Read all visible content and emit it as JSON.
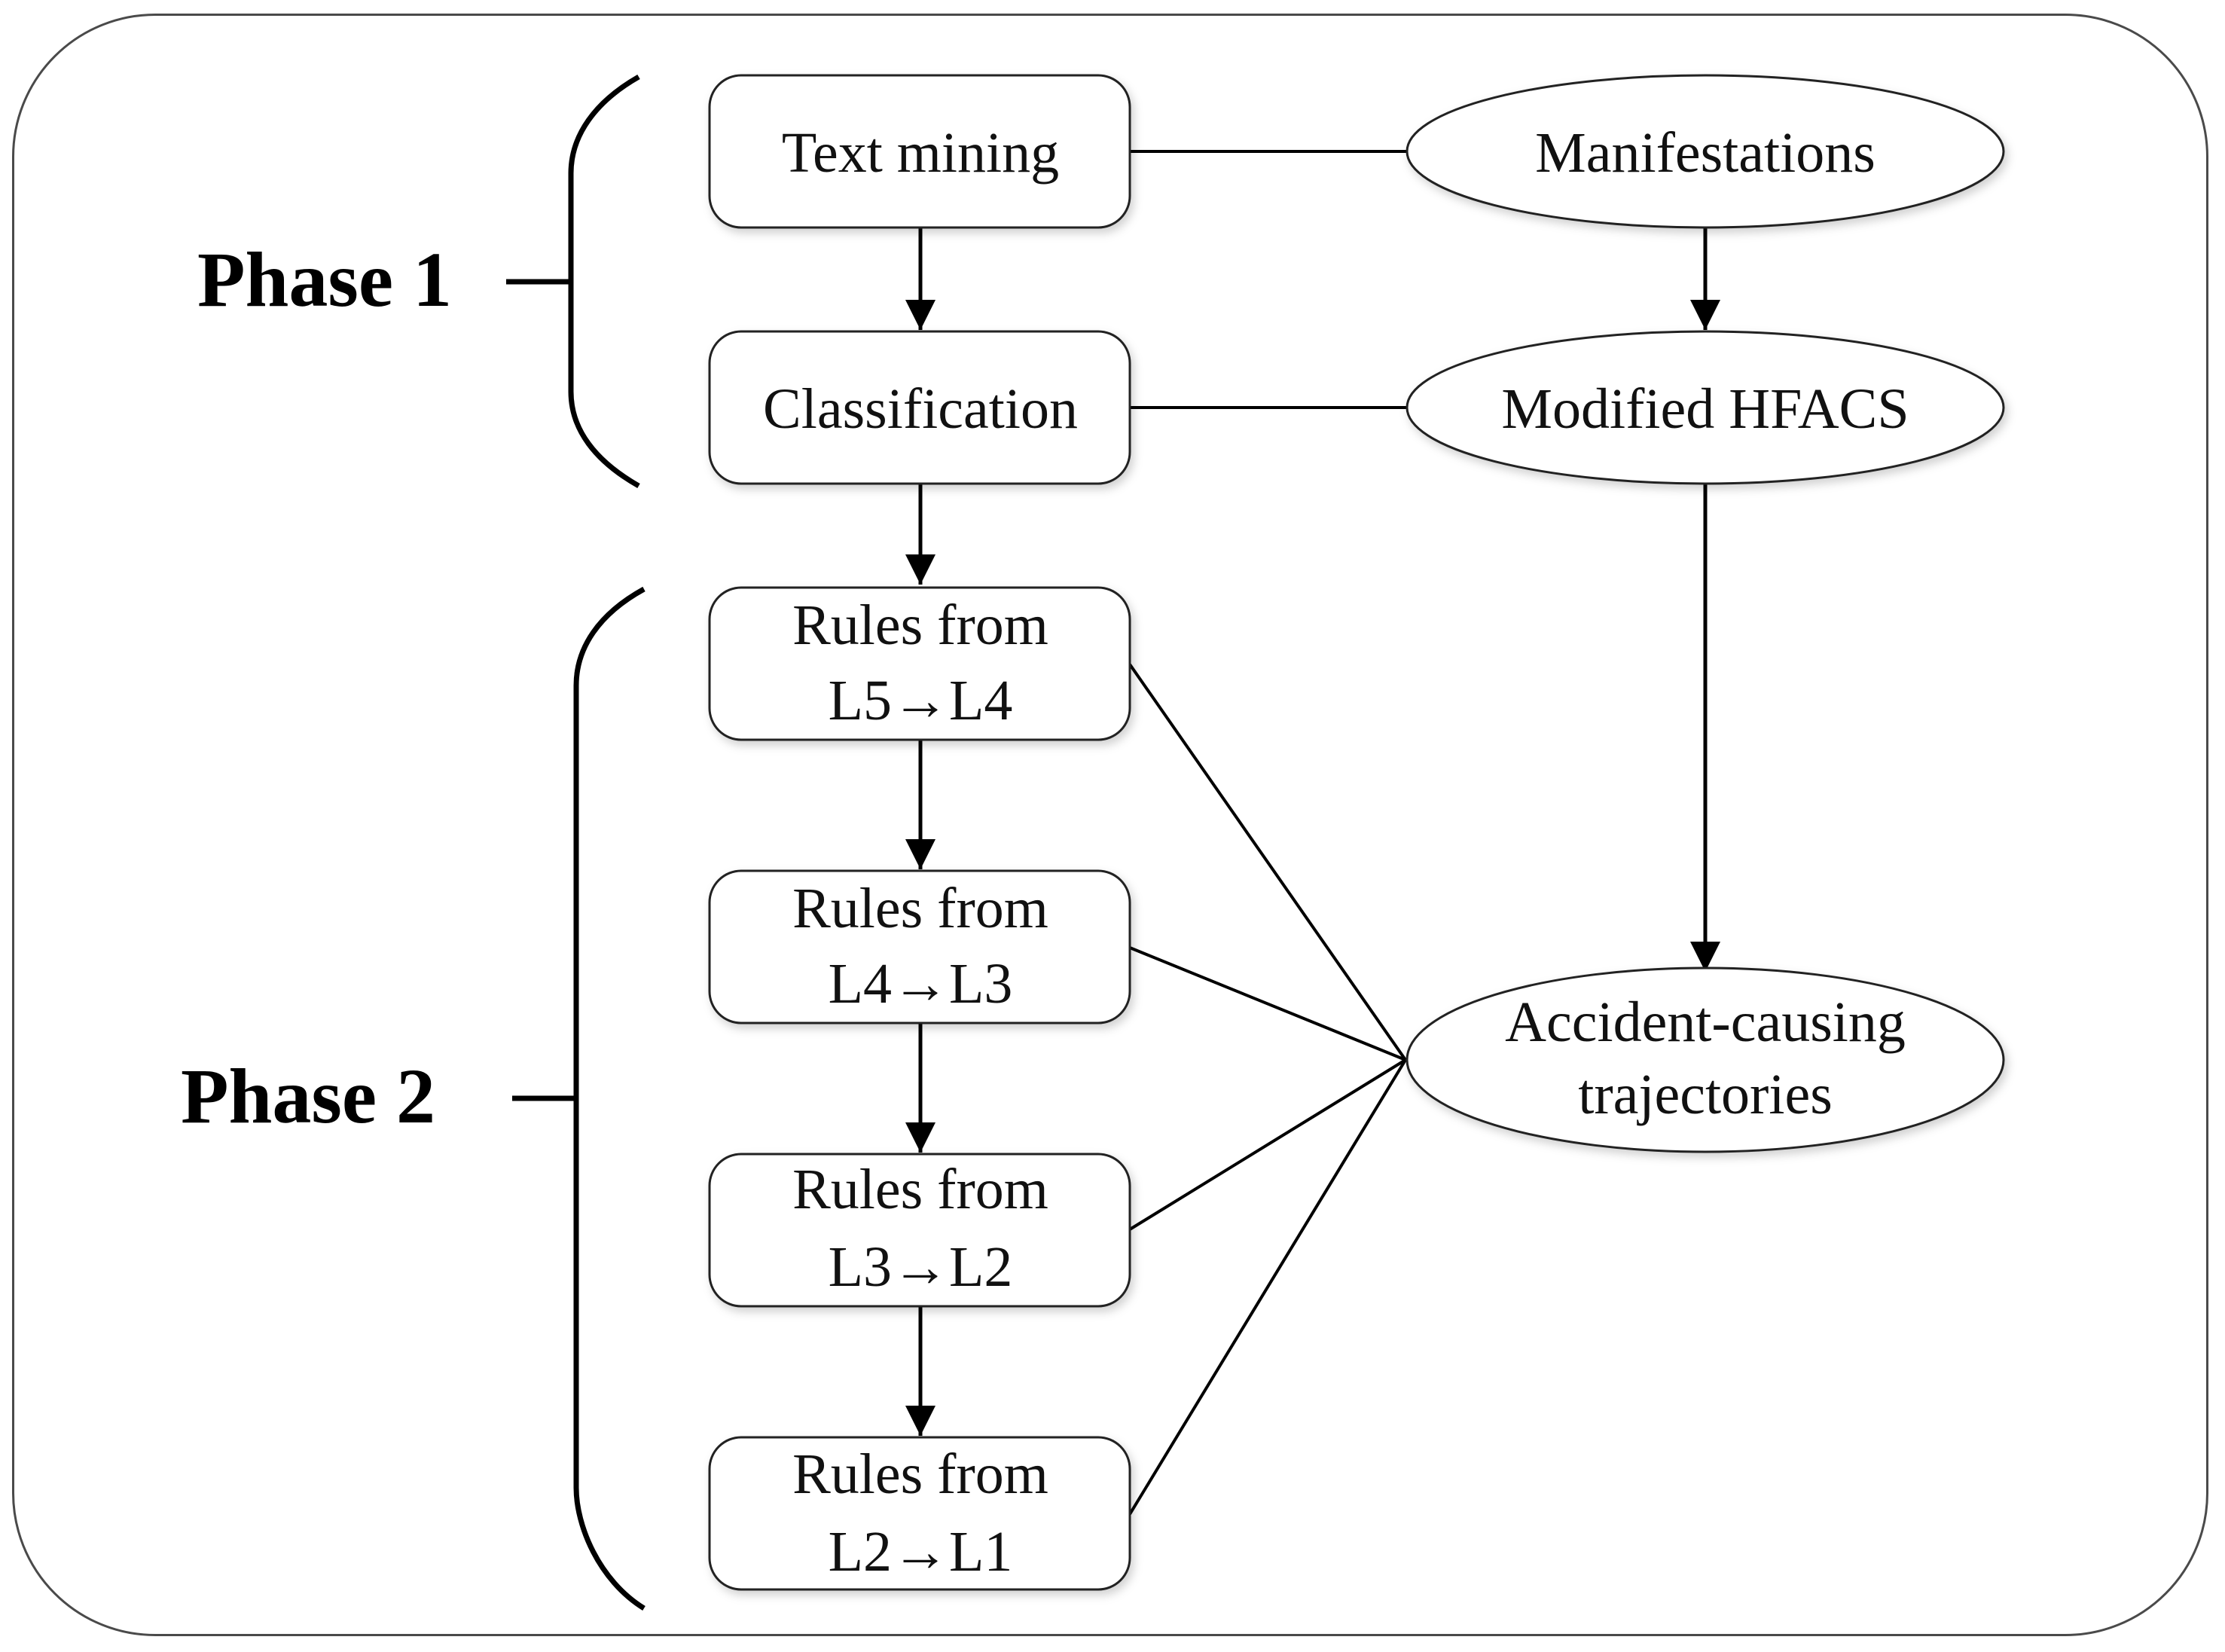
{
  "phases": [
    {
      "label": "Phase 1"
    },
    {
      "label": "Phase 2"
    }
  ],
  "process_boxes": [
    {
      "lines": [
        "Text mining"
      ]
    },
    {
      "lines": [
        "Classification"
      ]
    },
    {
      "lines": [
        "Rules from",
        "L5→L4"
      ]
    },
    {
      "lines": [
        "Rules from",
        "L4→L3"
      ]
    },
    {
      "lines": [
        "Rules from",
        "L3→L2"
      ]
    },
    {
      "lines": [
        "Rules from",
        "L2→L1"
      ]
    }
  ],
  "ellipses": [
    {
      "lines": [
        "Manifestations"
      ]
    },
    {
      "lines": [
        "Modified HFACS"
      ]
    },
    {
      "lines": [
        "Accident-causing",
        "trajectories"
      ]
    }
  ]
}
